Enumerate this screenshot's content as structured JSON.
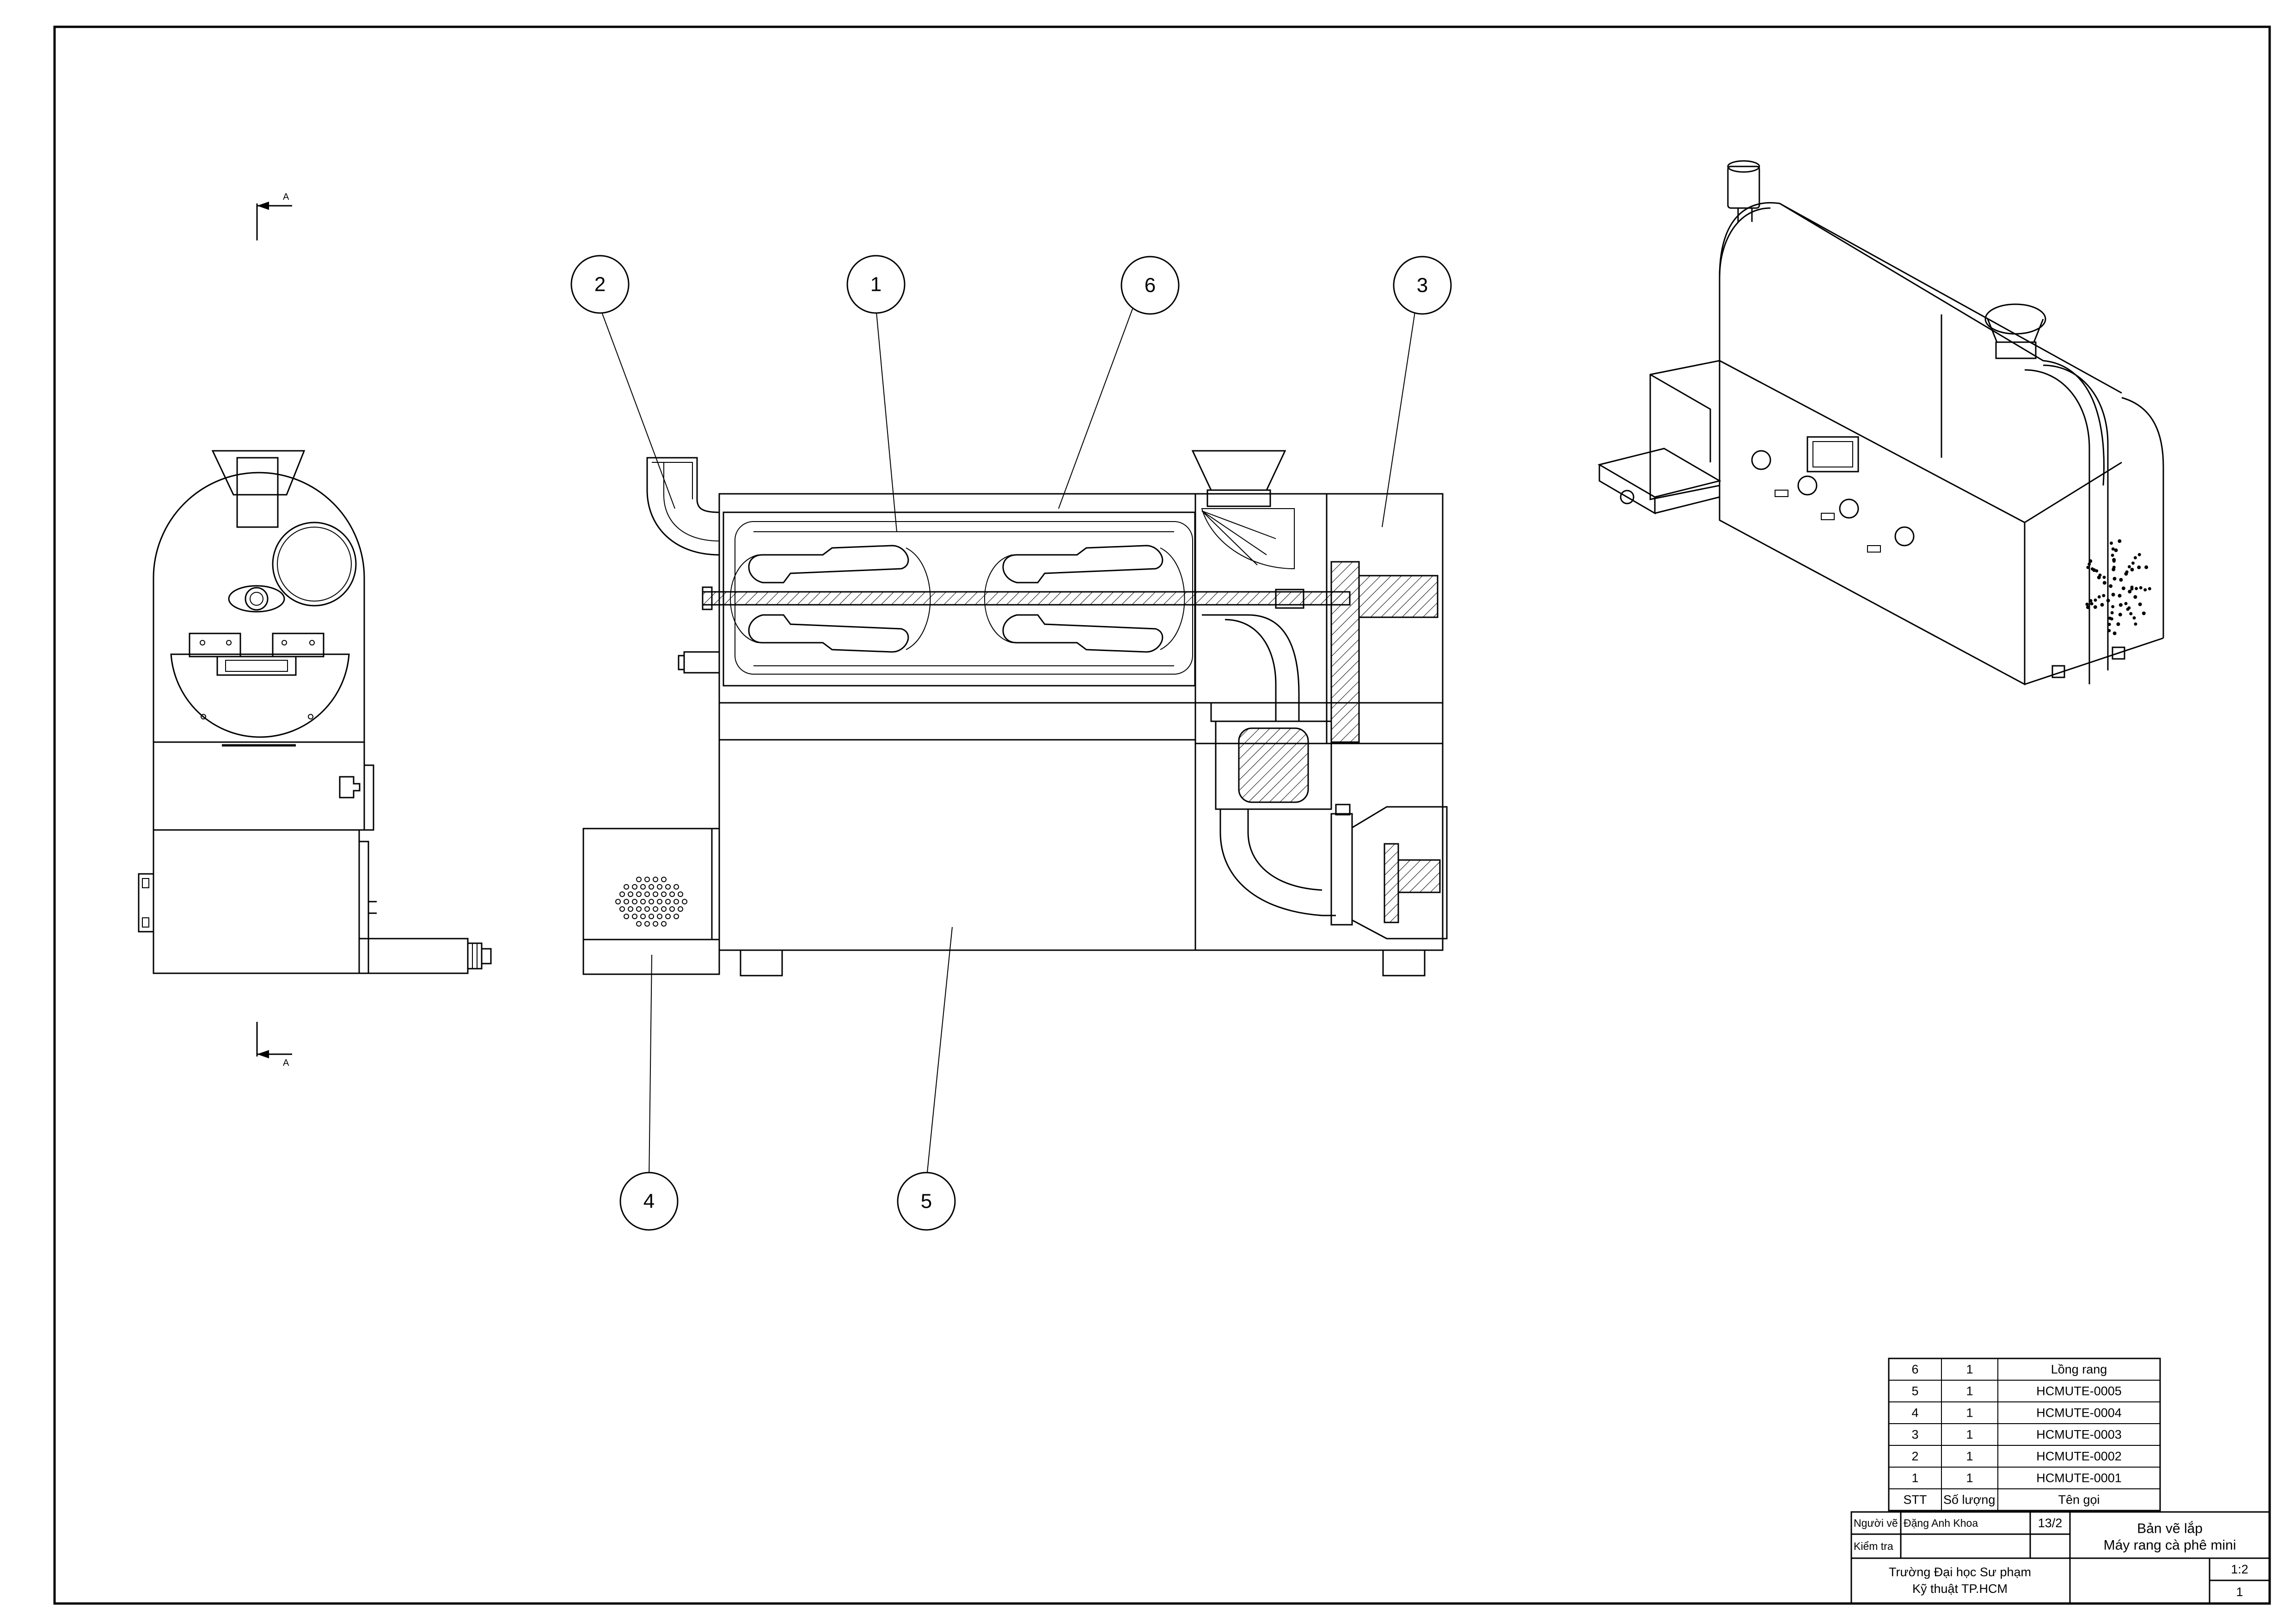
{
  "section_marker": {
    "label": "A"
  },
  "balloons": [
    "1",
    "2",
    "3",
    "4",
    "5",
    "6"
  ],
  "parts_table": {
    "header": {
      "stt": "STT",
      "qty": "Số lượng",
      "name": "Tên gọi"
    },
    "rows": [
      {
        "stt": "6",
        "qty": "1",
        "name": "Lồng rang"
      },
      {
        "stt": "5",
        "qty": "1",
        "name": "HCMUTE-0005"
      },
      {
        "stt": "4",
        "qty": "1",
        "name": "HCMUTE-0004"
      },
      {
        "stt": "3",
        "qty": "1",
        "name": "HCMUTE-0003"
      },
      {
        "stt": "2",
        "qty": "1",
        "name": "HCMUTE-0002"
      },
      {
        "stt": "1",
        "qty": "1",
        "name": "HCMUTE-0001"
      }
    ]
  },
  "title_block": {
    "drawn_by_label": "Người vẽ",
    "drawn_by": "Đặng Anh Khoa",
    "date": "13/2",
    "checked_label": "Kiểm tra",
    "title_line1": "Bản vẽ lắp",
    "title_line2": "Máy rang cà phê mini",
    "school_line1": "Trường Đại học Sư phạm",
    "school_line2": "Kỹ thuật TP.HCM",
    "scale": "1:2",
    "sheet": "1"
  }
}
